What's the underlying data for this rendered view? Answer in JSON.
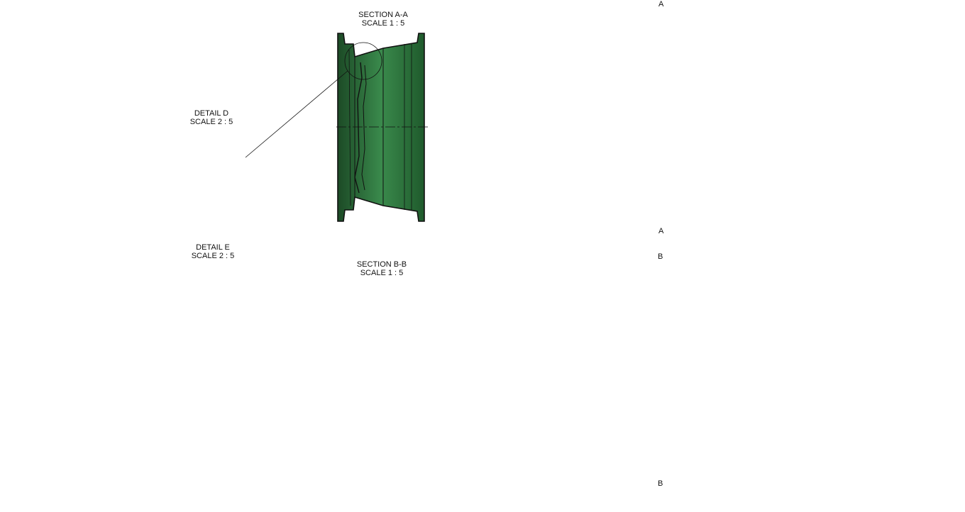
{
  "views": {
    "section_aa": {
      "title": "SECTION A-A",
      "scale": "SCALE 1 : 5"
    },
    "section_bb": {
      "title": "SECTION B-B",
      "scale": "SCALE 1 : 5"
    },
    "detail_d": {
      "title": "DETAIL D",
      "scale": "SCALE 2 : 5"
    },
    "detail_e": {
      "title": "DETAIL E",
      "scale": "SCALE 2 : 5"
    }
  },
  "cut_markers": {
    "a_top": "A",
    "a_bottom": "A",
    "b_top": "B",
    "b_bottom": "B"
  },
  "colors": {
    "green_light": "#3a8a4c",
    "green_mid": "#2a6e3a",
    "green_dark": "#1c4a26",
    "gold_light": "#f0b800",
    "gold_mid": "#d29a08",
    "gold_dark": "#6a4a08",
    "outline": "#111111"
  }
}
